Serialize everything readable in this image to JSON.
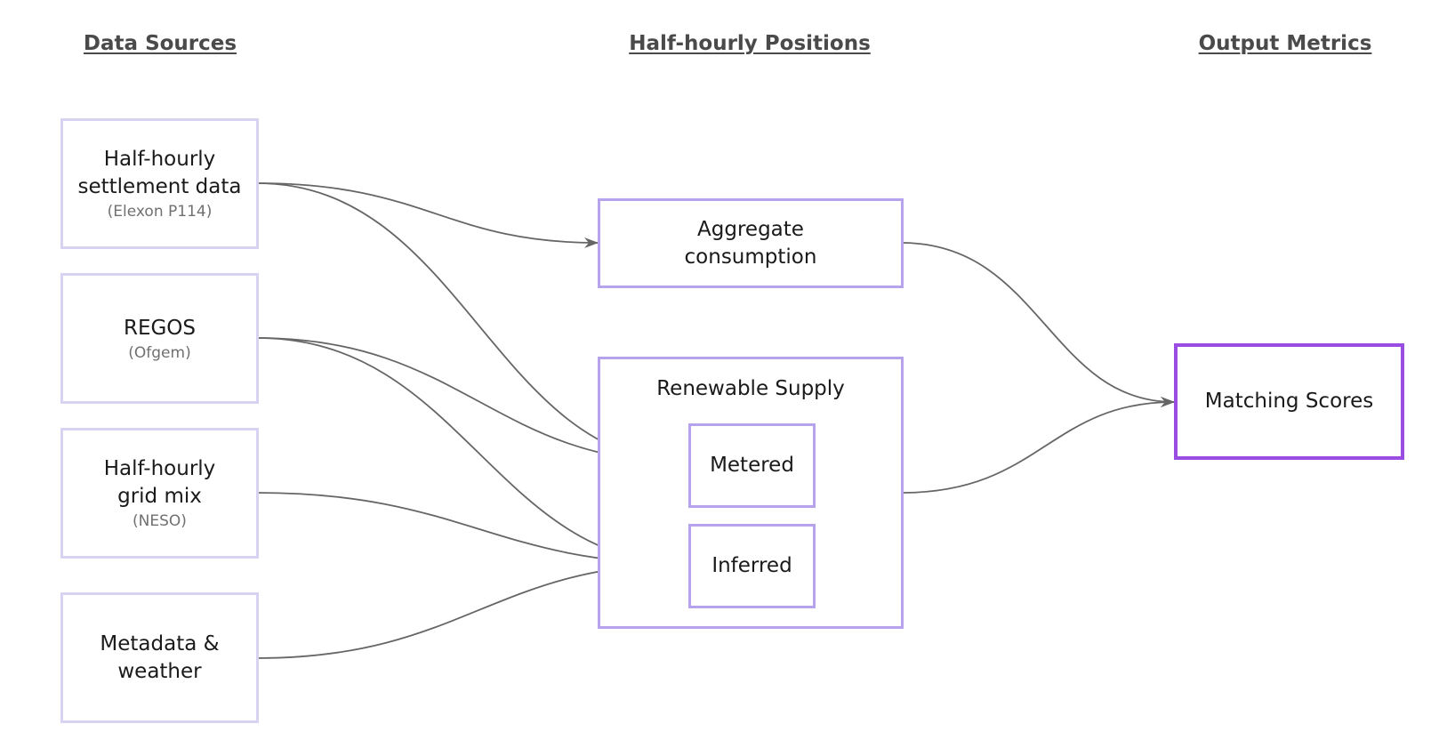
{
  "headings": {
    "sources": "Data Sources",
    "positions": "Half-hourly Positions",
    "outputs": "Output Metrics"
  },
  "sources": {
    "settlement": {
      "label": "Half-hourly settlement data",
      "sub": "(Elexon P114)"
    },
    "regos": {
      "label": "REGOS",
      "sub": "(Ofgem)"
    },
    "grid_mix": {
      "label": "Half-hourly grid mix",
      "sub": "(NESO)"
    },
    "metadata": {
      "label": "Metadata & weather"
    }
  },
  "positions": {
    "aggregate": {
      "label": "Aggregate consumption"
    },
    "renewable": {
      "label": "Renewable Supply",
      "metered": "Metered",
      "inferred": "Inferred"
    }
  },
  "outputs": {
    "matching": {
      "label": "Matching Scores"
    }
  },
  "colors": {
    "source_border": "#d9d2f3",
    "position_border": "#b6a3ec",
    "output_border": "#9a4de3",
    "connector": "#666666",
    "heading": "#4a4a4a"
  }
}
